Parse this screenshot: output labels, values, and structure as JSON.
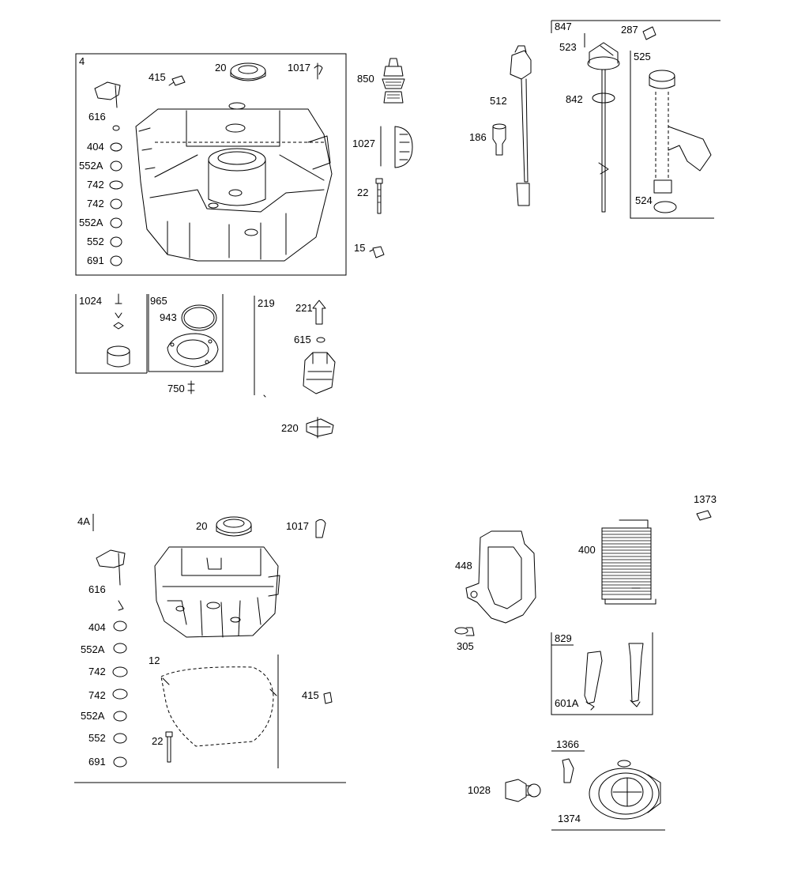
{
  "labels": {
    "l4": "4",
    "l20": "20",
    "l1017": "1017",
    "l415": "415",
    "l850": "850",
    "l616": "616",
    "l404": "404",
    "l552a_1": "552A",
    "l742_1": "742",
    "l742_2": "742",
    "l552a_2": "552A",
    "l552": "552",
    "l691": "691",
    "l1027": "1027",
    "l22": "22",
    "l15": "15",
    "l1024": "1024",
    "l965": "965",
    "l943": "943",
    "l219": "219",
    "l221": "221",
    "l615": "615",
    "l750": "750",
    "l220": "220",
    "l512": "512",
    "l186": "186",
    "l847": "847",
    "l287": "287",
    "l523": "523",
    "l525": "525",
    "l842": "842",
    "l524": "524",
    "l4a": "4A",
    "l20b": "20",
    "l1017b": "1017",
    "l616b": "616",
    "l404b": "404",
    "l552ab_1": "552A",
    "l12": "12",
    "l742b_1": "742",
    "l742b_2": "742",
    "l415b": "415",
    "l552ab_2": "552A",
    "l552b": "552",
    "l22b": "22",
    "l691b": "691",
    "l1373": "1373",
    "l448": "448",
    "l400": "400",
    "l305": "305",
    "l829": "829",
    "l601a": "601A",
    "l1366": "1366",
    "l1028": "1028",
    "l1374": "1374"
  }
}
